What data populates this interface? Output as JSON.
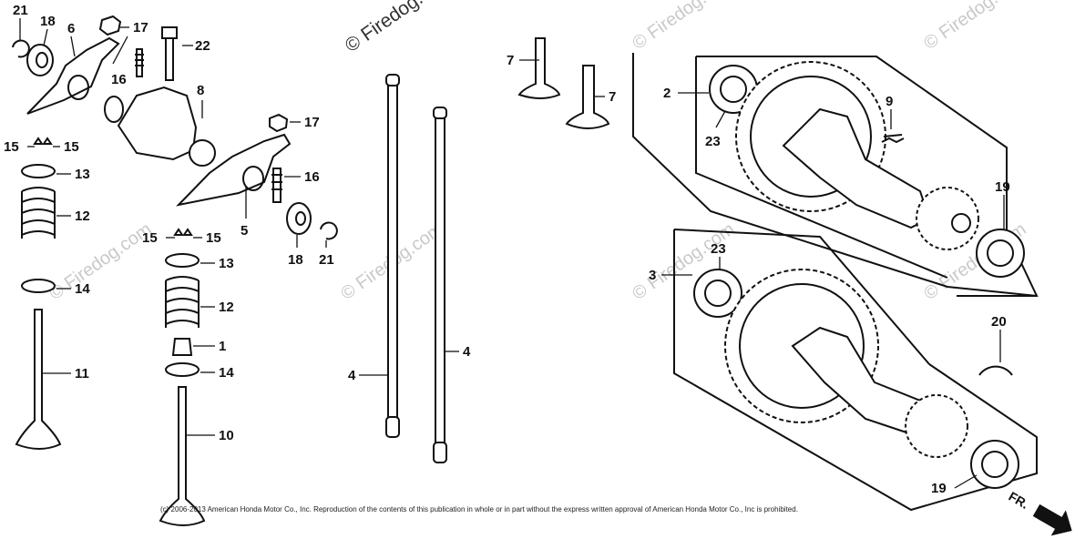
{
  "watermark": "© Firedog.com",
  "callouts": [
    "21",
    "18",
    "6",
    "17",
    "16",
    "22",
    "8",
    "15",
    "15",
    "13",
    "12",
    "14",
    "11",
    "17",
    "16",
    "5",
    "18",
    "21",
    "15",
    "15",
    "13",
    "12",
    "1",
    "14",
    "10",
    "4",
    "4",
    "7",
    "7",
    "2",
    "23",
    "9",
    "19",
    "3",
    "23",
    "20",
    "19"
  ],
  "copyright": "(c) 2006-2013 American Honda Motor Co., Inc. Reproduction of the contents of this publication in whole or in part without the express written approval of American Honda Motor Co., Inc is prohibited.",
  "direction_label": "FR."
}
